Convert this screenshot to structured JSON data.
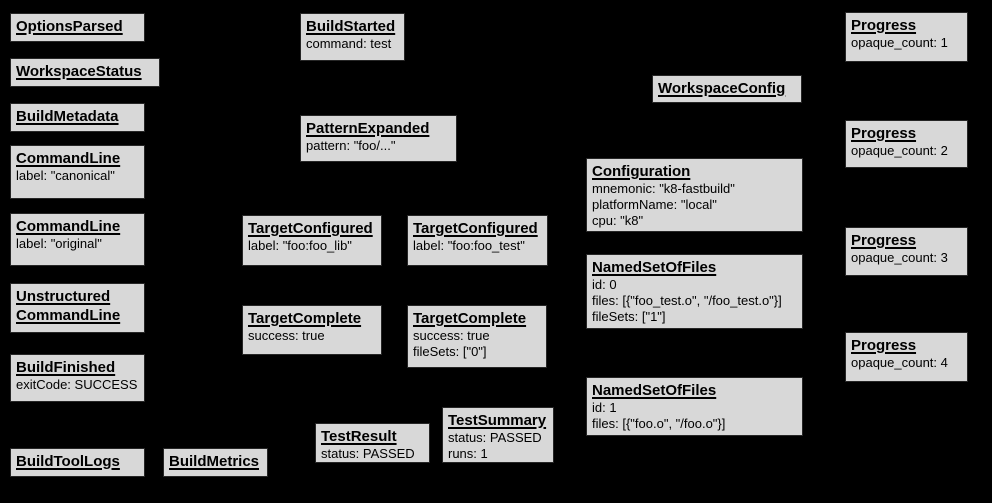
{
  "diagram": {
    "background_color": "#000000",
    "node_fill_color": "#d8d8d8",
    "node_border_color": "#262626",
    "node_text_color": "#000000"
  },
  "nodes": {
    "options_parsed": {
      "title": "OptionsParsed"
    },
    "workspace_status": {
      "title": "WorkspaceStatus"
    },
    "build_metadata": {
      "title": "BuildMetadata"
    },
    "command_line_canonical": {
      "title": "CommandLine",
      "lines": [
        "label: \"canonical\""
      ]
    },
    "command_line_original": {
      "title": "CommandLine",
      "lines": [
        "label: \"original\""
      ]
    },
    "unstructured_command_line": {
      "title": "Unstructured CommandLine"
    },
    "build_finished": {
      "title": "BuildFinished",
      "lines": [
        "exitCode: SUCCESS"
      ]
    },
    "build_tool_logs": {
      "title": "BuildToolLogs"
    },
    "build_metrics": {
      "title": "BuildMetrics"
    },
    "build_started": {
      "title": "BuildStarted",
      "lines": [
        "command: test"
      ]
    },
    "pattern_expanded": {
      "title": "PatternExpanded",
      "lines": [
        "pattern: \"foo/...\""
      ]
    },
    "target_configured_lib": {
      "title": "TargetConfigured",
      "lines": [
        "label: \"foo:foo_lib\""
      ]
    },
    "target_configured_test": {
      "title": "TargetConfigured",
      "lines": [
        "label: \"foo:foo_test\""
      ]
    },
    "target_complete_lib": {
      "title": "TargetComplete",
      "lines": [
        "success: true"
      ]
    },
    "target_complete_test": {
      "title": "TargetComplete",
      "lines": [
        "success: true",
        "fileSets: [\"0\"]"
      ]
    },
    "test_result": {
      "title": "TestResult",
      "lines": [
        "status: PASSED"
      ]
    },
    "test_summary": {
      "title": "TestSummary",
      "lines": [
        "status: PASSED",
        "runs: 1"
      ]
    },
    "workspace_config": {
      "title": "WorkspaceConfig"
    },
    "configuration": {
      "title": "Configuration",
      "lines": [
        "mnemonic: \"k8-fastbuild\"",
        "platformName: \"local\"",
        "cpu: \"k8\""
      ]
    },
    "named_set_of_files_0": {
      "title": "NamedSetOfFiles",
      "lines": [
        "id: 0",
        "files: [{\"foo_test.o\", \"/foo_test.o\"}]",
        "fileSets: [\"1\"]"
      ]
    },
    "named_set_of_files_1": {
      "title": "NamedSetOfFiles",
      "lines": [
        "id: 1",
        "files: [{\"foo.o\", \"/foo.o\"}]"
      ]
    },
    "progress_1": {
      "title": "Progress",
      "lines": [
        "opaque_count: 1"
      ]
    },
    "progress_2": {
      "title": "Progress",
      "lines": [
        "opaque_count: 2"
      ]
    },
    "progress_3": {
      "title": "Progress",
      "lines": [
        "opaque_count: 3"
      ]
    },
    "progress_4": {
      "title": "Progress",
      "lines": [
        "opaque_count: 4"
      ]
    }
  }
}
